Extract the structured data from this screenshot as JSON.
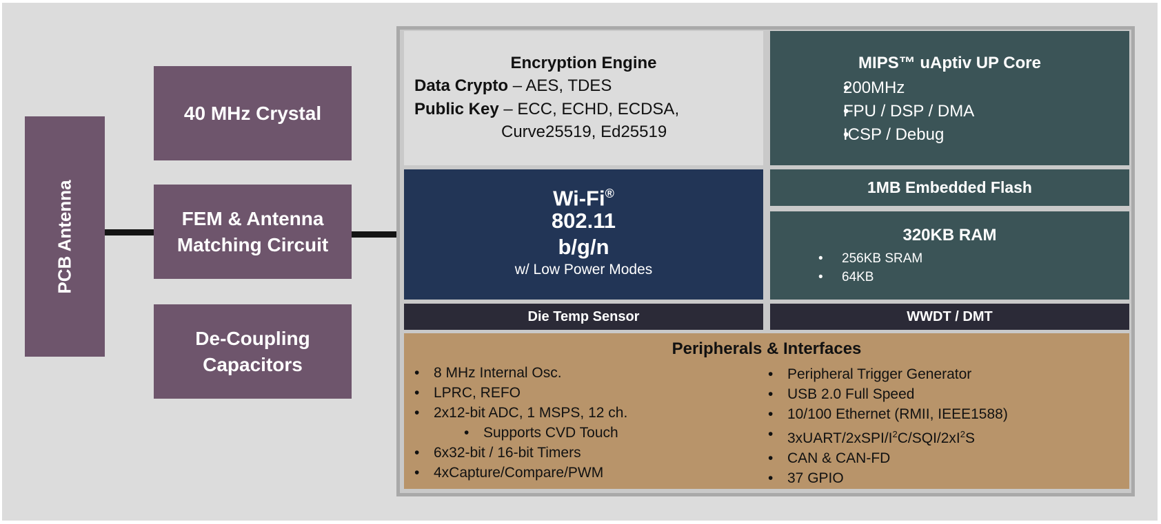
{
  "external": {
    "pcb_antenna": "PCB Antenna",
    "crystal": "40 MHz Crystal",
    "fem_line1": "FEM & Antenna",
    "fem_line2": "Matching Circuit",
    "decoupling_line1": "De-Coupling",
    "decoupling_line2": "Capacitors"
  },
  "encryption": {
    "title": "Encryption Engine",
    "crypto_label": "Data Crypto",
    "crypto_value": " – AES, TDES",
    "pubkey_label": "Public Key",
    "pubkey_value": " – ECC, ECHD, ECDSA,",
    "pubkey_cont": "Curve25519, Ed25519"
  },
  "core": {
    "title": "MIPS™ uAptiv UP Core",
    "items": [
      "200MHz",
      "FPU / DSP / DMA",
      "ICSP / Debug"
    ]
  },
  "wifi": {
    "title": "Wi-Fi",
    "reg": "®",
    "std": "802.11",
    "modes": "b/g/n",
    "sub": "w/ Low Power Modes"
  },
  "flash": {
    "title": "1MB Embedded Flash"
  },
  "ram": {
    "title": "320KB RAM",
    "items": [
      "256KB SRAM",
      "64KB"
    ]
  },
  "temp": {
    "title": "Die Temp Sensor"
  },
  "wdt": {
    "title": "WWDT / DMT"
  },
  "peripherals": {
    "title": "Peripherals & Interfaces",
    "left": [
      "8 MHz Internal Osc.",
      "LPRC, REFO",
      "2x12-bit ADC, 1 MSPS, 12 ch.",
      "Supports CVD Touch",
      "6x32-bit / 16-bit Timers",
      "4xCapture/Compare/PWM"
    ],
    "right": [
      "Peripheral Trigger Generator",
      "USB 2.0 Full Speed",
      "10/100 Ethernet (RMII, IEEE1588)",
      "3xUART/2xSPI/I",
      "2",
      "C/SQI/2xI",
      "2",
      "S",
      "CAN & CAN-FD",
      "37 GPIO"
    ]
  },
  "colors": {
    "external_block": "#6e556c",
    "chip_border": "#a9a9a9",
    "encryption_bg": "#dcdcdc",
    "core_bg": "#3b5457",
    "wifi_bg": "#223556",
    "bar_bg": "#2b2a37",
    "peripherals_bg": "#b8946a"
  }
}
